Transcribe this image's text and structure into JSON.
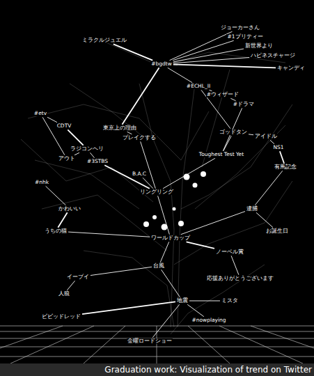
{
  "diagram": {
    "caption": "Graduation work: Visualization of trend on Twitter",
    "nodes": [
      {
        "text": [
          "ミラクルジュエル"
        ]
      },
      {
        "text": [
          "ジョーカーさん"
        ]
      },
      {
        "text": [
          "#1プリティー"
        ]
      },
      {
        "text": [
          "新世界より"
        ]
      },
      {
        "text": [
          "ハピネスチャージ"
        ]
      },
      {
        "text": [
          "キャンディ"
        ]
      },
      {
        "text": [
          "#bgdtw"
        ]
      },
      {
        "text": [
          "#ECHL_II"
        ]
      },
      {
        "text": [
          "#ウィザード"
        ]
      },
      {
        "text": [
          "#ドラマ"
        ]
      },
      {
        "text": [
          "#etv"
        ]
      },
      {
        "text": [
          "CDTV"
        ]
      },
      {
        "text": [
          "東京上の理由"
        ]
      },
      {
        "text": [
          "ブレイクする"
        ]
      },
      {
        "text": [
          "ラジコンヘリ"
        ]
      },
      {
        "text": [
          "アウト"
        ]
      },
      {
        "text": [
          "#3STBS"
        ]
      },
      {
        "text": [
          "ゴッドタン"
        ]
      },
      {
        "text": [
          "アイドル"
        ]
      },
      {
        "text": [
          "Toughest Test Yet"
        ]
      },
      {
        "text": [
          "NS1"
        ]
      },
      {
        "text": [
          "有馬記念"
        ]
      },
      {
        "text": [
          "リングリング"
        ]
      },
      {
        "text": [
          "B.A.C"
        ]
      },
      {
        "text": [
          "#nhk"
        ]
      },
      {
        "text": [
          "かわいい"
        ]
      },
      {
        "text": [
          "うちの猫"
        ]
      },
      {
        "text": [
          "ワールドカップ"
        ]
      },
      {
        "text": [
          "逮捕"
        ]
      },
      {
        "text": [
          "お誕生日"
        ]
      },
      {
        "text": [
          "台風"
        ]
      },
      {
        "text": [
          "ノーベル賞"
        ]
      },
      {
        "text": [
          "応援ありがとうございます"
        ]
      },
      {
        "text": [
          "イーブイ"
        ]
      },
      {
        "text": [
          "人狼"
        ]
      },
      {
        "text": [
          "地震"
        ]
      },
      {
        "text": [
          "ビビッドレッド"
        ]
      },
      {
        "text": [
          "ミスタ"
        ]
      },
      {
        "text": [
          "金曜ロードショー"
        ]
      },
      {
        "text": [
          "#nowplaying"
        ]
      }
    ],
    "edges": [
      {
        "from": 6,
        "to": 0,
        "arrow": "none"
      },
      {
        "from": 6,
        "to": 1,
        "arrow": "none"
      },
      {
        "from": 6,
        "to": 2,
        "arrow": "none"
      },
      {
        "from": 6,
        "to": 3,
        "arrow": "none"
      },
      {
        "from": 6,
        "to": 4,
        "arrow": "none"
      },
      {
        "from": 6,
        "to": 5,
        "arrow": "none"
      },
      {
        "from": 6,
        "to": 7,
        "arrow": "none"
      },
      {
        "from": 7,
        "to": 8,
        "arrow": "none"
      },
      {
        "from": 8,
        "to": 9,
        "arrow": "none"
      },
      {
        "from": 10,
        "to": 15,
        "arrow": "none"
      },
      {
        "from": 11,
        "to": 14,
        "arrow": "none"
      },
      {
        "from": 14,
        "to": 15,
        "arrow": "none"
      },
      {
        "from": 14,
        "to": 16,
        "arrow": "none"
      },
      {
        "from": 12,
        "to": 13,
        "arrow": "none"
      },
      {
        "from": 13,
        "to": 22,
        "arrow": "none"
      },
      {
        "from": 16,
        "to": 22,
        "arrow": "none"
      },
      {
        "from": 7,
        "to": 17,
        "arrow": "none"
      },
      {
        "from": 17,
        "to": 19,
        "arrow": "none"
      },
      {
        "from": 17,
        "to": 18,
        "arrow": "none"
      },
      {
        "from": 18,
        "to": 20,
        "arrow": "none"
      },
      {
        "from": 20,
        "to": 21,
        "arrow": "none"
      },
      {
        "from": 19,
        "to": 22,
        "arrow": "none"
      },
      {
        "from": 22,
        "to": 23,
        "arrow": "none"
      },
      {
        "from": 22,
        "to": 27,
        "arrow": "none"
      },
      {
        "from": 24,
        "to": 25,
        "arrow": "none"
      },
      {
        "from": 25,
        "to": 26,
        "arrow": "none"
      },
      {
        "from": 26,
        "to": 27,
        "arrow": "none"
      },
      {
        "from": 27,
        "to": 28,
        "arrow": "none"
      },
      {
        "from": 28,
        "to": 29,
        "arrow": "none"
      },
      {
        "from": 27,
        "to": 30,
        "arrow": "none"
      },
      {
        "from": 27,
        "to": 31,
        "arrow": "none"
      },
      {
        "from": 31,
        "to": 32,
        "arrow": "none"
      },
      {
        "from": 30,
        "to": 33,
        "arrow": "none"
      },
      {
        "from": 33,
        "to": 34,
        "arrow": "none"
      },
      {
        "from": 30,
        "to": 35,
        "arrow": "none"
      },
      {
        "from": 35,
        "to": 36,
        "arrow": "none"
      },
      {
        "from": 35,
        "to": 37,
        "arrow": "none"
      },
      {
        "from": 35,
        "to": 38,
        "arrow": "none"
      },
      {
        "from": 35,
        "to": 39,
        "arrow": "none"
      },
      {
        "from": 21,
        "to": 28,
        "arrow": "none"
      },
      {
        "from": 6,
        "to": 12,
        "arrow": "none"
      },
      {
        "from": 9,
        "to": 19,
        "arrow": "none"
      },
      {
        "from": 11,
        "to": 10,
        "arrow": "none"
      }
    ]
  }
}
